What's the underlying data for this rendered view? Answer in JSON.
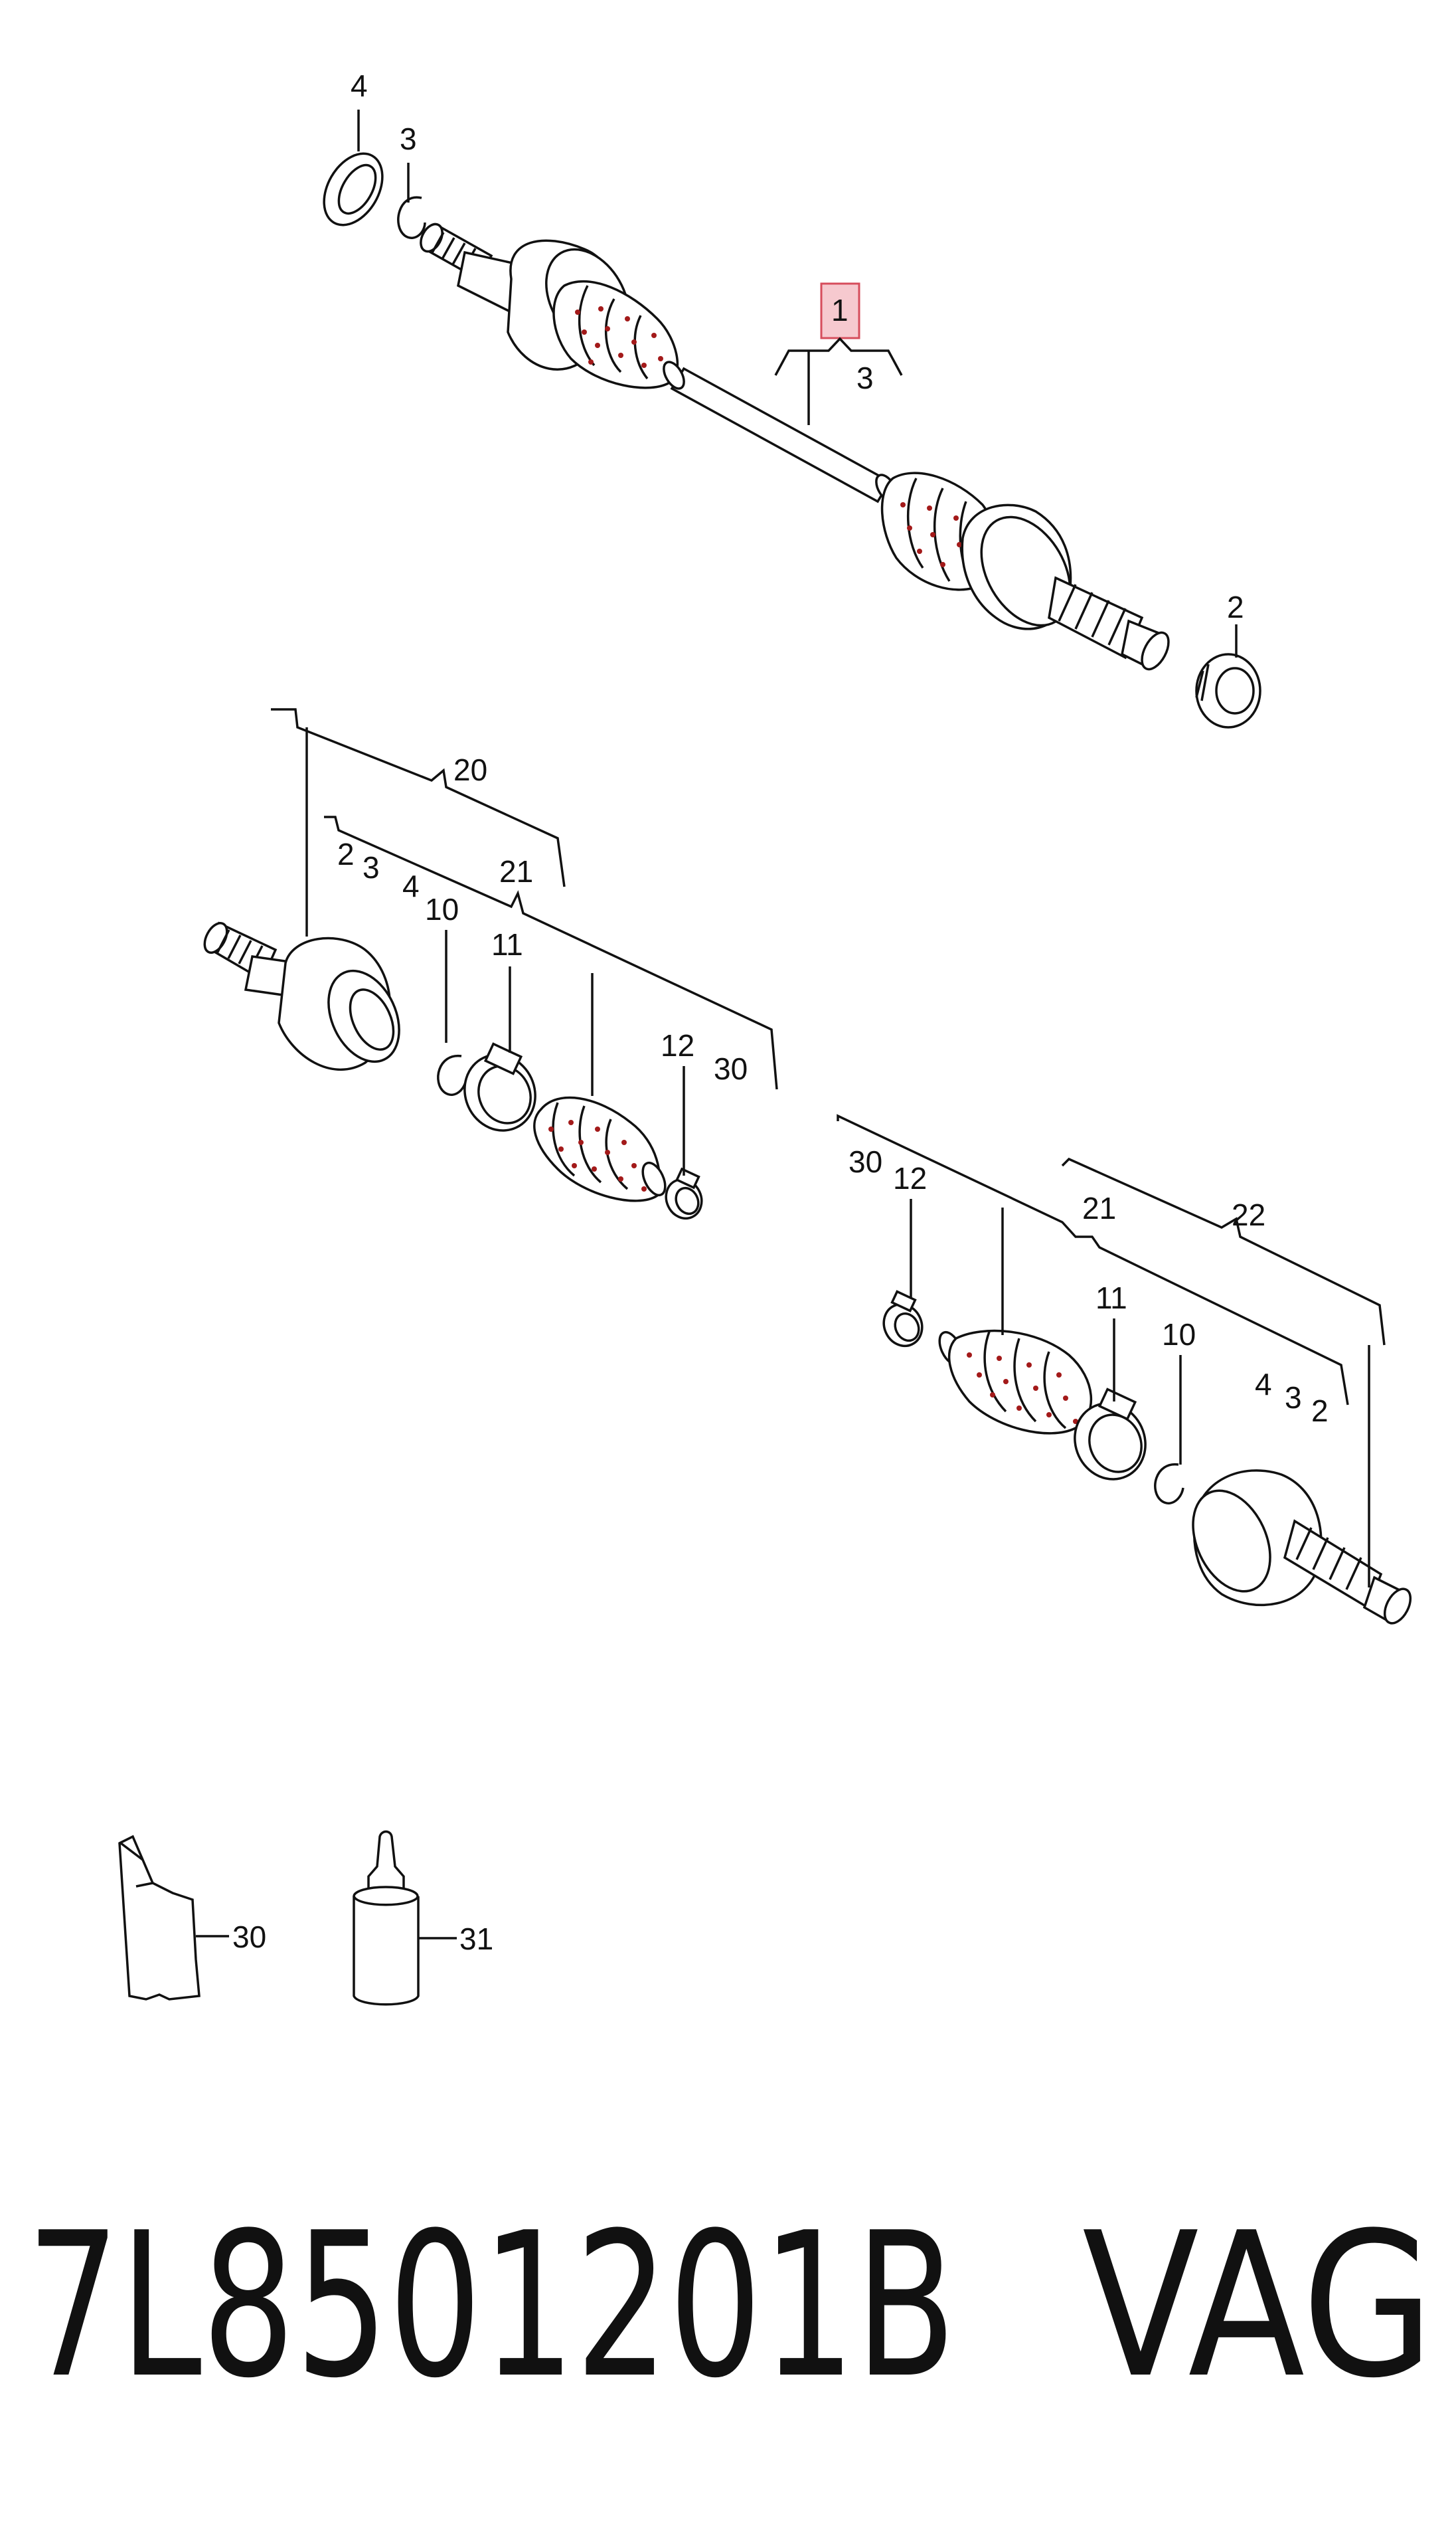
{
  "labels": {
    "top_4": "4",
    "top_3": "3",
    "top_1": "1",
    "top_3b": "3",
    "top_2": "2",
    "l_20": "20",
    "l_21": "21",
    "l_2": "2",
    "l_3": "3",
    "l_4": "4",
    "l_10": "10",
    "l_11": "11",
    "l_12": "12",
    "l_30": "30",
    "r_30": "30",
    "r_12": "12",
    "r_21": "21",
    "r_22": "22",
    "r_11": "11",
    "r_10": "10",
    "r_4": "4",
    "r_3": "3",
    "r_2": "2",
    "b_30": "30",
    "b_31": "31"
  },
  "footer": {
    "part_number": "7L8501201B",
    "brand": "VAG"
  },
  "colors": {
    "highlight_fill": "#f6c9cf",
    "highlight_stroke": "#d64d5c",
    "boot_dots": "#a31a1a"
  }
}
